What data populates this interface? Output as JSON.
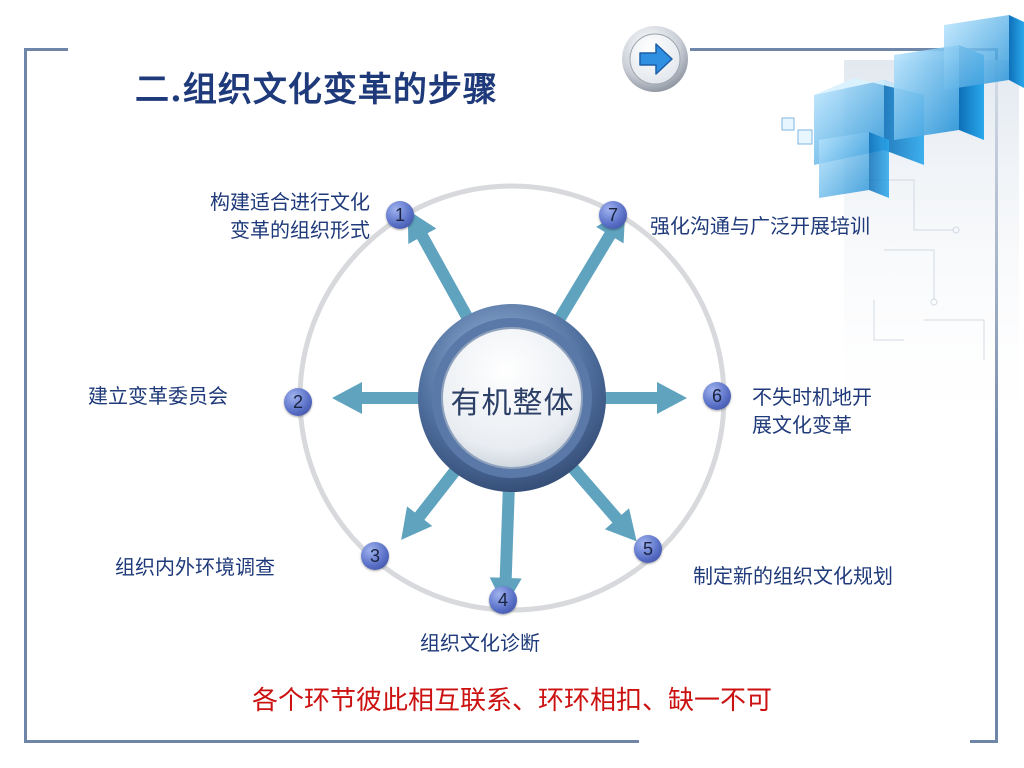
{
  "title": "二.组织文化变革的步骤",
  "center": {
    "label": "有机整体"
  },
  "steps": [
    {
      "number": "1",
      "text_lines": [
        "构建适合进行文化",
        "变革的组织形式"
      ]
    },
    {
      "number": "2",
      "text_lines": [
        "建立变革委员会"
      ]
    },
    {
      "number": "3",
      "text_lines": [
        "组织内外环境调查"
      ]
    },
    {
      "number": "4",
      "text_lines": [
        "组织文化诊断"
      ]
    },
    {
      "number": "5",
      "text_lines": [
        "制定新的组织文化规划"
      ]
    },
    {
      "number": "6",
      "text_lines": [
        "不失时机地开",
        "展文化变革"
      ]
    },
    {
      "number": "7",
      "text_lines": [
        "强化沟通与广泛开展培训"
      ]
    }
  ],
  "footer_note": "各个环节彼此相互联系、环环相扣、缺一不可",
  "colors": {
    "title": "#1f3a7a",
    "label": "#1f3a7a",
    "arrow": "#5fa3bf",
    "note": "#cc1111",
    "frame": "#6f86a8"
  },
  "icons": {
    "nav": "arrow-right-icon"
  }
}
